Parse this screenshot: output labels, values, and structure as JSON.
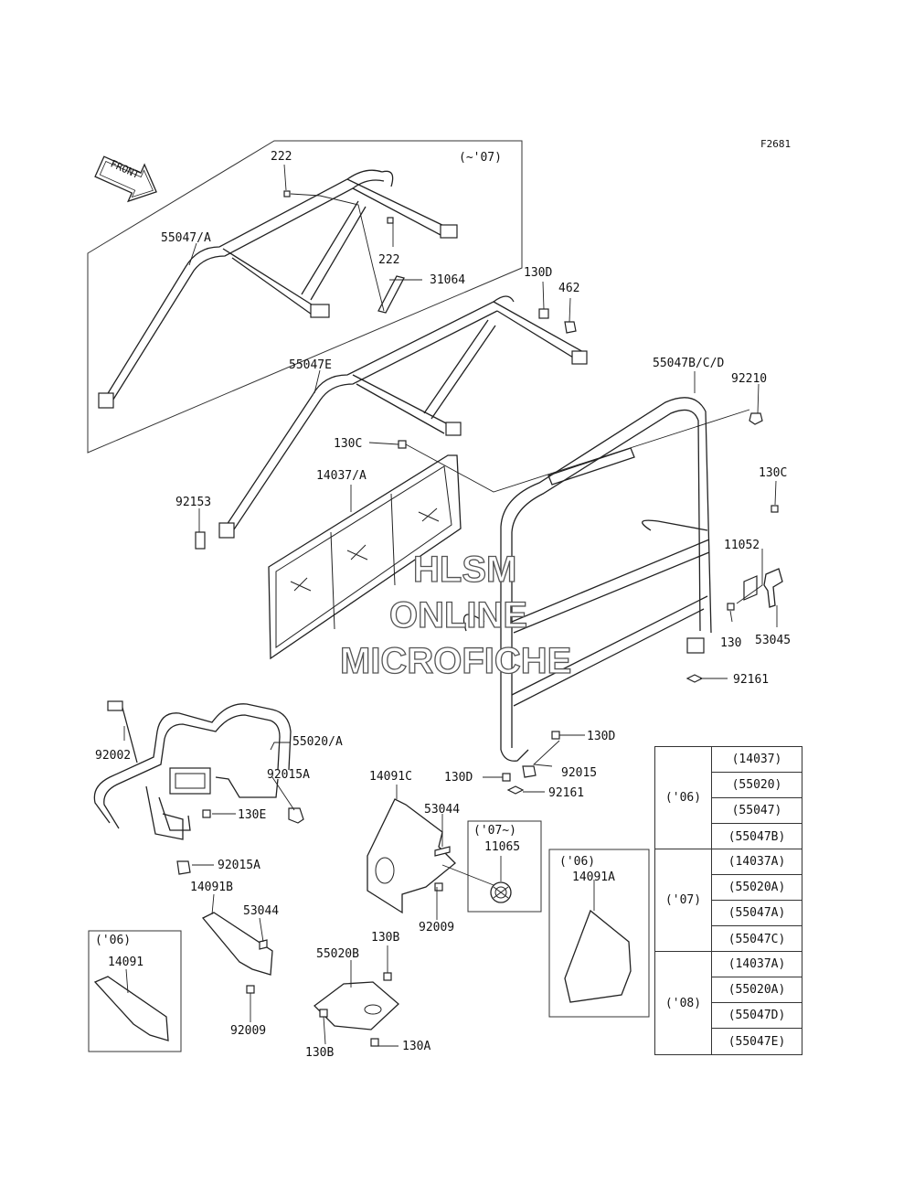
{
  "figure_id": "F2681",
  "front_label": "FRONT",
  "watermark": [
    "HLSM",
    "ONLINE",
    "MICROFICHE"
  ],
  "inset_notes": {
    "upper_frame": "(~'07)",
    "box_14091": "('06)",
    "box_11065": "('07~)",
    "box_14091A": "('06)"
  },
  "labels": {
    "l222a": "222",
    "l222b": "222",
    "l55047A": "55047/A",
    "l31064": "31064",
    "l130D_top": "130D",
    "l462": "462",
    "l55047E": "55047E",
    "l55047BCD": "55047B/C/D",
    "l92210": "92210",
    "l130C_mid": "130C",
    "l14037A": "14037/A",
    "l92153": "92153",
    "l130C_right": "130C",
    "l11052": "11052",
    "l130": "130",
    "l53045": "53045",
    "l92161_right": "92161",
    "l92002": "92002",
    "l55020A": "55020/A",
    "l130D_r": "130D",
    "l92015": "92015",
    "l130D_l": "130D",
    "l92161_low": "92161",
    "l92015A_top": "92015A",
    "l130E": "130E",
    "l92015A_bot": "92015A",
    "l14091C": "14091C",
    "l53044_top": "53044",
    "l11065": "11065",
    "l92009_mid": "92009",
    "l14091B": "14091B",
    "l53044_low": "53044",
    "l14091": "14091",
    "l92009_low": "92009",
    "l130B_top": "130B",
    "l55020B": "55020B",
    "l130B_low": "130B",
    "l130A": "130A",
    "l14091A": "14091A"
  },
  "applicability_table": [
    {
      "year": "('06)",
      "parts": [
        "(14037)",
        "(55020)",
        "(55047)",
        "(55047B)"
      ]
    },
    {
      "year": "('07)",
      "parts": [
        "(14037A)",
        "(55020A)",
        "(55047A)",
        "(55047C)"
      ]
    },
    {
      "year": "('08)",
      "parts": [
        "(14037A)",
        "(55020A)",
        "(55047D)",
        "(55047E)"
      ]
    }
  ]
}
